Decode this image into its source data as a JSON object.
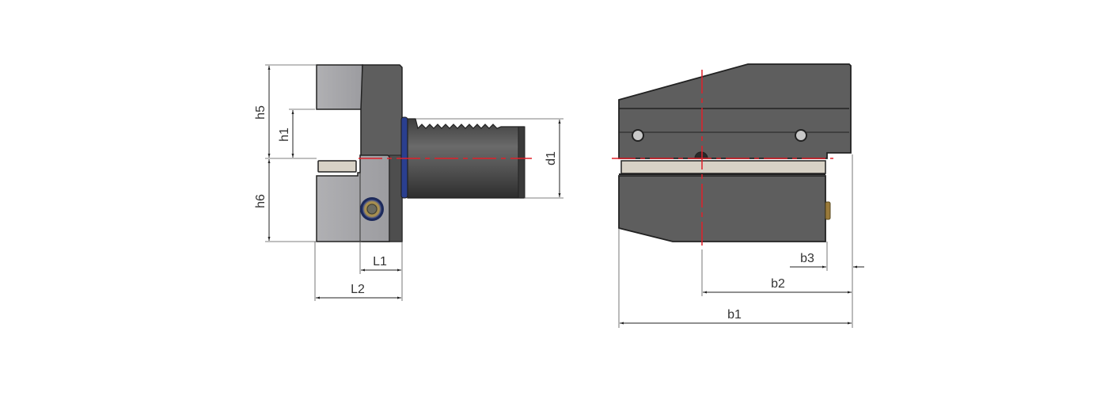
{
  "diagram": {
    "type": "technical-drawing",
    "subject": "VDI radial tool holder",
    "views": [
      {
        "name": "side-view",
        "dimensions": {
          "h5": "h5",
          "h1": "h1",
          "h6": "h6",
          "d1": "d1",
          "L1": "L1",
          "L2": "L2"
        }
      },
      {
        "name": "front-view",
        "dimensions": {
          "b1": "b1",
          "b2": "b2",
          "b3": "b3"
        }
      }
    ],
    "colors": {
      "body_dark": "#5a5a5a",
      "body_light": "#a8a8ab",
      "shank": "#4a4a4a",
      "insert": "#d8d2c6",
      "centerline": "#e0202a",
      "oring": "#2a3f8f",
      "dimension_line": "#444444",
      "screw": "#9a7a3a"
    }
  }
}
